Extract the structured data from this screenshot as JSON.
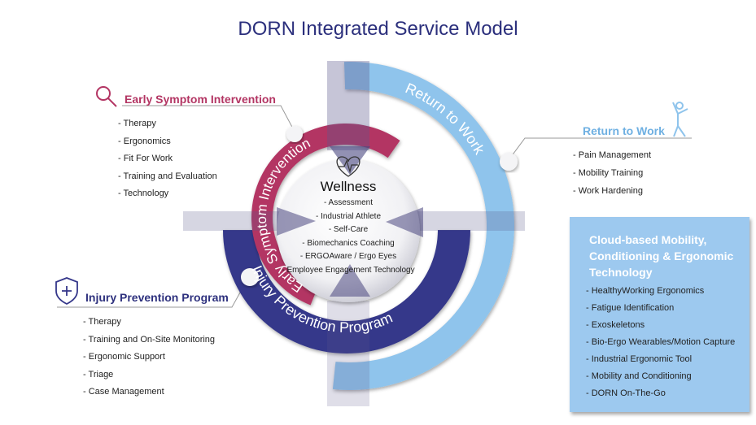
{
  "title": "DORN Integrated Service Model",
  "colors": {
    "title": "#2b2f7c",
    "early": "#b33563",
    "return": "#8fc4ec",
    "injury": "#35378a",
    "cloud": "#9dc9ef"
  },
  "rings": {
    "return_to_work": "Return to Work",
    "injury_prevention": "Injury Prevention Program",
    "early_symptom": "Early Symptom Intervention"
  },
  "wellness": {
    "icon": "heart-pulse-icon",
    "title": "Wellness",
    "items": [
      "Assessment",
      "Industrial Athlete",
      "Self-Care",
      "Biomechanics Coaching",
      "ERGOAware / Ergo Eyes",
      "Employee Engagement Technology"
    ]
  },
  "early": {
    "icon": "magnifier-icon",
    "title": "Early Symptom Intervention",
    "items": [
      "Therapy",
      "Ergonomics",
      "Fit For Work",
      "Training and Evaluation",
      "Technology"
    ]
  },
  "return": {
    "icon": "stretching-person-icon",
    "title": "Return to Work",
    "items": [
      "Pain Management",
      "Mobility Training",
      "Work Hardening"
    ]
  },
  "injury": {
    "icon": "shield-cross-icon",
    "title": "Injury Prevention Program",
    "items": [
      "Therapy",
      "Training and On-Site Monitoring",
      "Ergonomic Support",
      "Triage",
      "Case Management"
    ]
  },
  "cloud": {
    "title": "Cloud-based Mobility, Conditioning & Ergonomic Technology",
    "items": [
      "HealthyWorking Ergonomics",
      "Fatigue Identification",
      "Exoskeletons",
      "Bio-Ergo Wearables/Motion Capture",
      "Industrial Ergonomic Tool",
      "Mobility and Conditioning",
      "DORN On-The-Go"
    ]
  }
}
